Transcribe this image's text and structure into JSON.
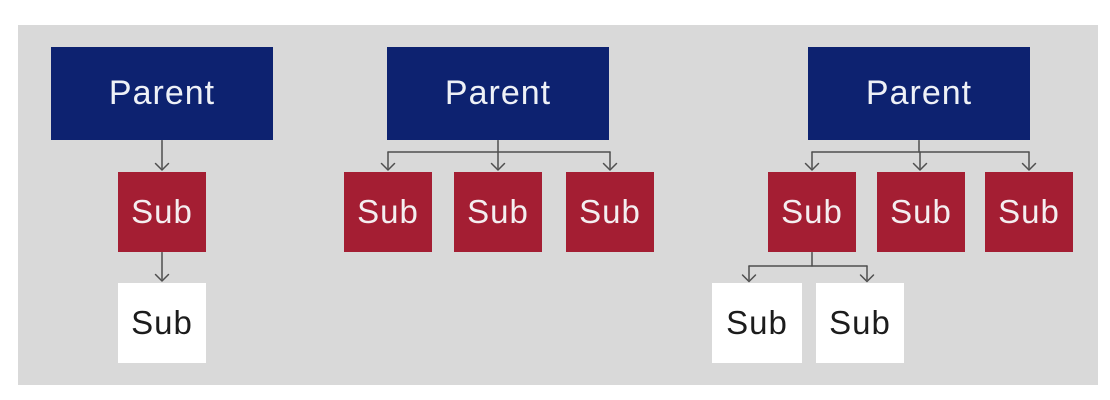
{
  "colors": {
    "page_bg": "#ffffff",
    "canvas_bg": "#d9d9d9",
    "parent_fill": "#0d2270",
    "parent_text": "#eef1f7",
    "sub_fill": "#a41e33",
    "sub_text": "#f4eef0",
    "leaf_fill": "#ffffff",
    "leaf_text": "#1c1c1c",
    "connector": "#4f4f4f"
  },
  "trees": [
    {
      "parent": {
        "label": "Parent"
      },
      "subs": [
        {
          "label": "Sub"
        }
      ],
      "leaves": [
        {
          "label": "Sub"
        }
      ]
    },
    {
      "parent": {
        "label": "Parent"
      },
      "subs": [
        {
          "label": "Sub"
        },
        {
          "label": "Sub"
        },
        {
          "label": "Sub"
        }
      ],
      "leaves": []
    },
    {
      "parent": {
        "label": "Parent"
      },
      "subs": [
        {
          "label": "Sub"
        },
        {
          "label": "Sub"
        },
        {
          "label": "Sub"
        }
      ],
      "leaves": [
        {
          "label": "Sub"
        },
        {
          "label": "Sub"
        }
      ]
    }
  ]
}
